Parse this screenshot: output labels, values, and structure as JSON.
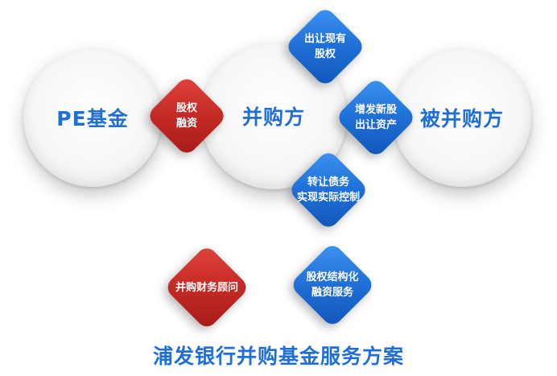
{
  "circles": {
    "pe_fund": "PE基金",
    "acquirer": "并购方",
    "target": "被并购方"
  },
  "diamonds": {
    "equity_financing": {
      "line1": "股权",
      "line2": "融资"
    },
    "transfer_existing_shares": {
      "line1": "出让现有",
      "line2": "股权"
    },
    "issue_new_shares": {
      "line1": "增发新股",
      "line2": "出让资产"
    },
    "debt_transfer": {
      "line1": "转让债务",
      "line2": "实现实际控制"
    },
    "ma_financial_advisory": {
      "line1": "并购财务顾问"
    },
    "structured_equity_financing": {
      "line1": "股权结构化",
      "line2": "融资服务"
    }
  },
  "footer": {
    "title": "浦发银行并购基金服务方案"
  },
  "colors": {
    "blue": "#1f6fd6",
    "red": "#c42a25",
    "circle": "#f2f2f2"
  }
}
